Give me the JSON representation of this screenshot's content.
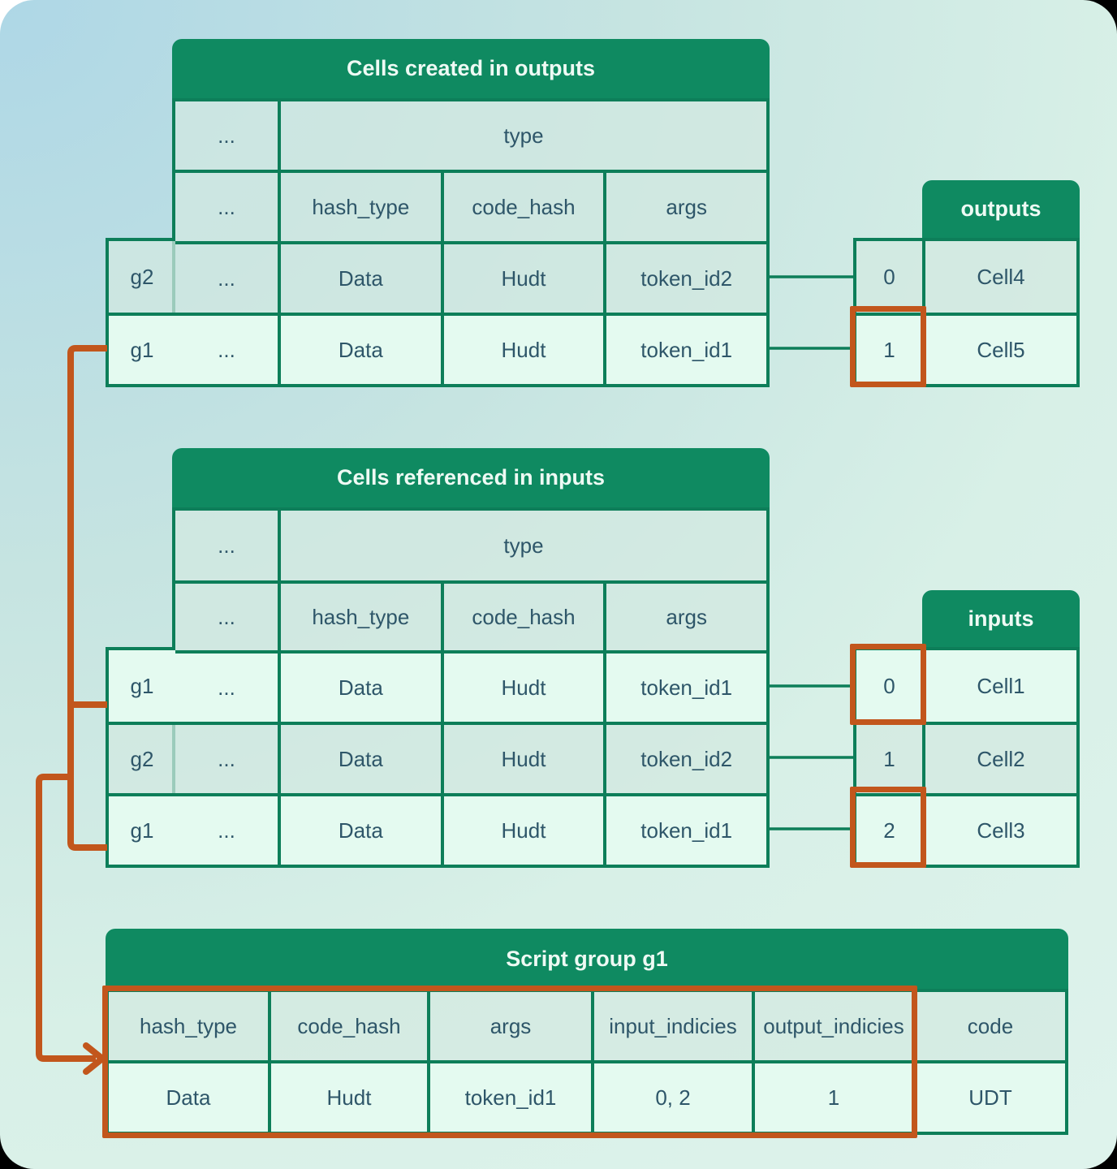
{
  "colors": {
    "header_green": "#0f8a61",
    "border_green": "#0d7e59",
    "connector_green": "#0d7e59",
    "highlight_orange": "#c2561c",
    "text_dark": "#2e5669",
    "row_highlight_mint": "#e4faf0"
  },
  "top_table": {
    "title": "Cells created in outputs",
    "dots": "...",
    "span_header": "type",
    "sub_headers": {
      "c1": "...",
      "c2": "hash_type",
      "c3": "code_hash",
      "c4": "args"
    },
    "data_rows": [
      {
        "group": "g2",
        "dots": "...",
        "hash_type": "Data",
        "code_hash": "Hudt",
        "args": "token_id2"
      },
      {
        "group": "g1",
        "dots": "...",
        "hash_type": "Data",
        "code_hash": "Hudt",
        "args": "token_id1"
      }
    ]
  },
  "outputs_panel": {
    "title": "outputs",
    "rows": [
      {
        "index": "0",
        "cell": "Cell4"
      },
      {
        "index": "1",
        "cell": "Cell5"
      }
    ]
  },
  "middle_table": {
    "title": "Cells referenced in inputs",
    "dots": "...",
    "span_header": "type",
    "sub_headers": {
      "c1": "...",
      "c2": "hash_type",
      "c3": "code_hash",
      "c4": "args"
    },
    "data_rows": [
      {
        "group": "g1",
        "dots": "...",
        "hash_type": "Data",
        "code_hash": "Hudt",
        "args": "token_id1"
      },
      {
        "group": "g2",
        "dots": "...",
        "hash_type": "Data",
        "code_hash": "Hudt",
        "args": "token_id2"
      },
      {
        "group": "g1",
        "dots": "...",
        "hash_type": "Data",
        "code_hash": "Hudt",
        "args": "token_id1"
      }
    ]
  },
  "inputs_panel": {
    "title": "inputs",
    "rows": [
      {
        "index": "0",
        "cell": "Cell1"
      },
      {
        "index": "1",
        "cell": "Cell2"
      },
      {
        "index": "2",
        "cell": "Cell3"
      }
    ]
  },
  "script_group": {
    "title": "Script group g1",
    "headers": [
      "hash_type",
      "code_hash",
      "args",
      "input_indicies",
      "output_indicies",
      "code"
    ],
    "values": [
      "Data",
      "Hudt",
      "token_id1",
      "0, 2",
      "1",
      "UDT"
    ]
  }
}
